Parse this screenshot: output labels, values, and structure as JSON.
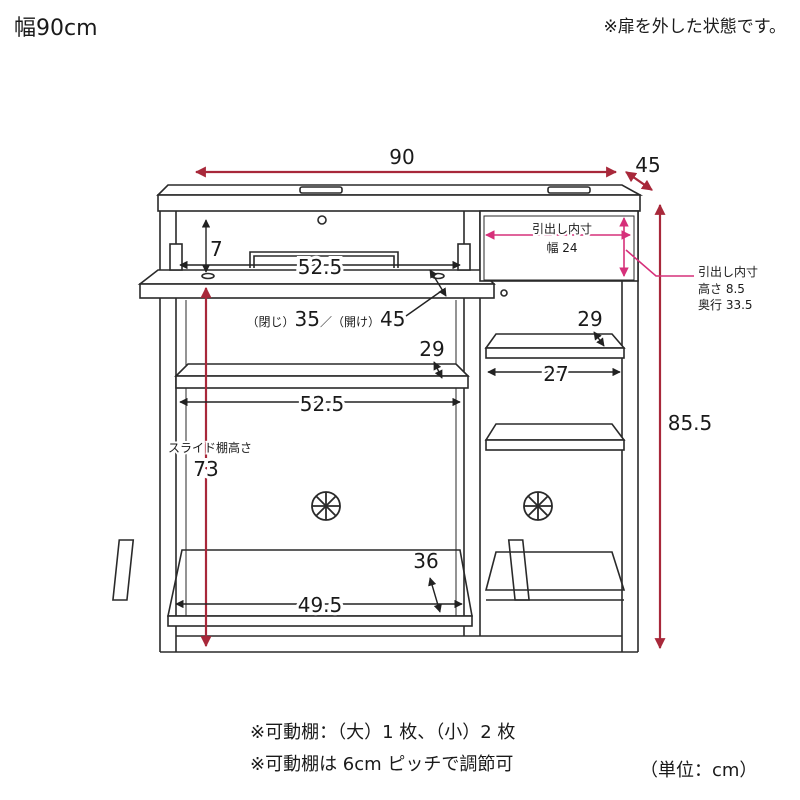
{
  "header": {
    "title": "幅90cm",
    "note": "※扉を外した状態です。"
  },
  "dimensions": {
    "width": "90",
    "depth": "45",
    "height": "85.5",
    "top_drop": "7",
    "upper_inner_width": "52.5",
    "slide_closed_label": "（閉じ）",
    "slide_closed": "35",
    "slide_separator": "／",
    "slide_open_label": "（開け）",
    "slide_open": "45",
    "left_shelf_gap": "29",
    "left_shelf_width": "52.5",
    "slide_shelf_label": "スライド棚高さ",
    "slide_shelf_height": "73",
    "lower_depth": "36",
    "lower_width": "49.5",
    "right_shelf_gap": "29",
    "right_shelf_width": "27"
  },
  "drawer": {
    "inner_width_label": "引出し内寸",
    "inner_width_value": "幅 24",
    "inner_label": "引出し内寸",
    "inner_height": "高さ 8.5",
    "inner_depth": "奥行 33.5"
  },
  "notes": {
    "line1": "※可動棚：（大）1 枚、（小）2 枚",
    "line2": "※可動棚は 6cm ピッチで調節可",
    "unit": "（単位：cm）"
  },
  "colors": {
    "line": "#2a2a2a",
    "dim_arrow": "#a8283a",
    "drawer_arrow": "#d6307a",
    "text": "#1a1a1a"
  }
}
